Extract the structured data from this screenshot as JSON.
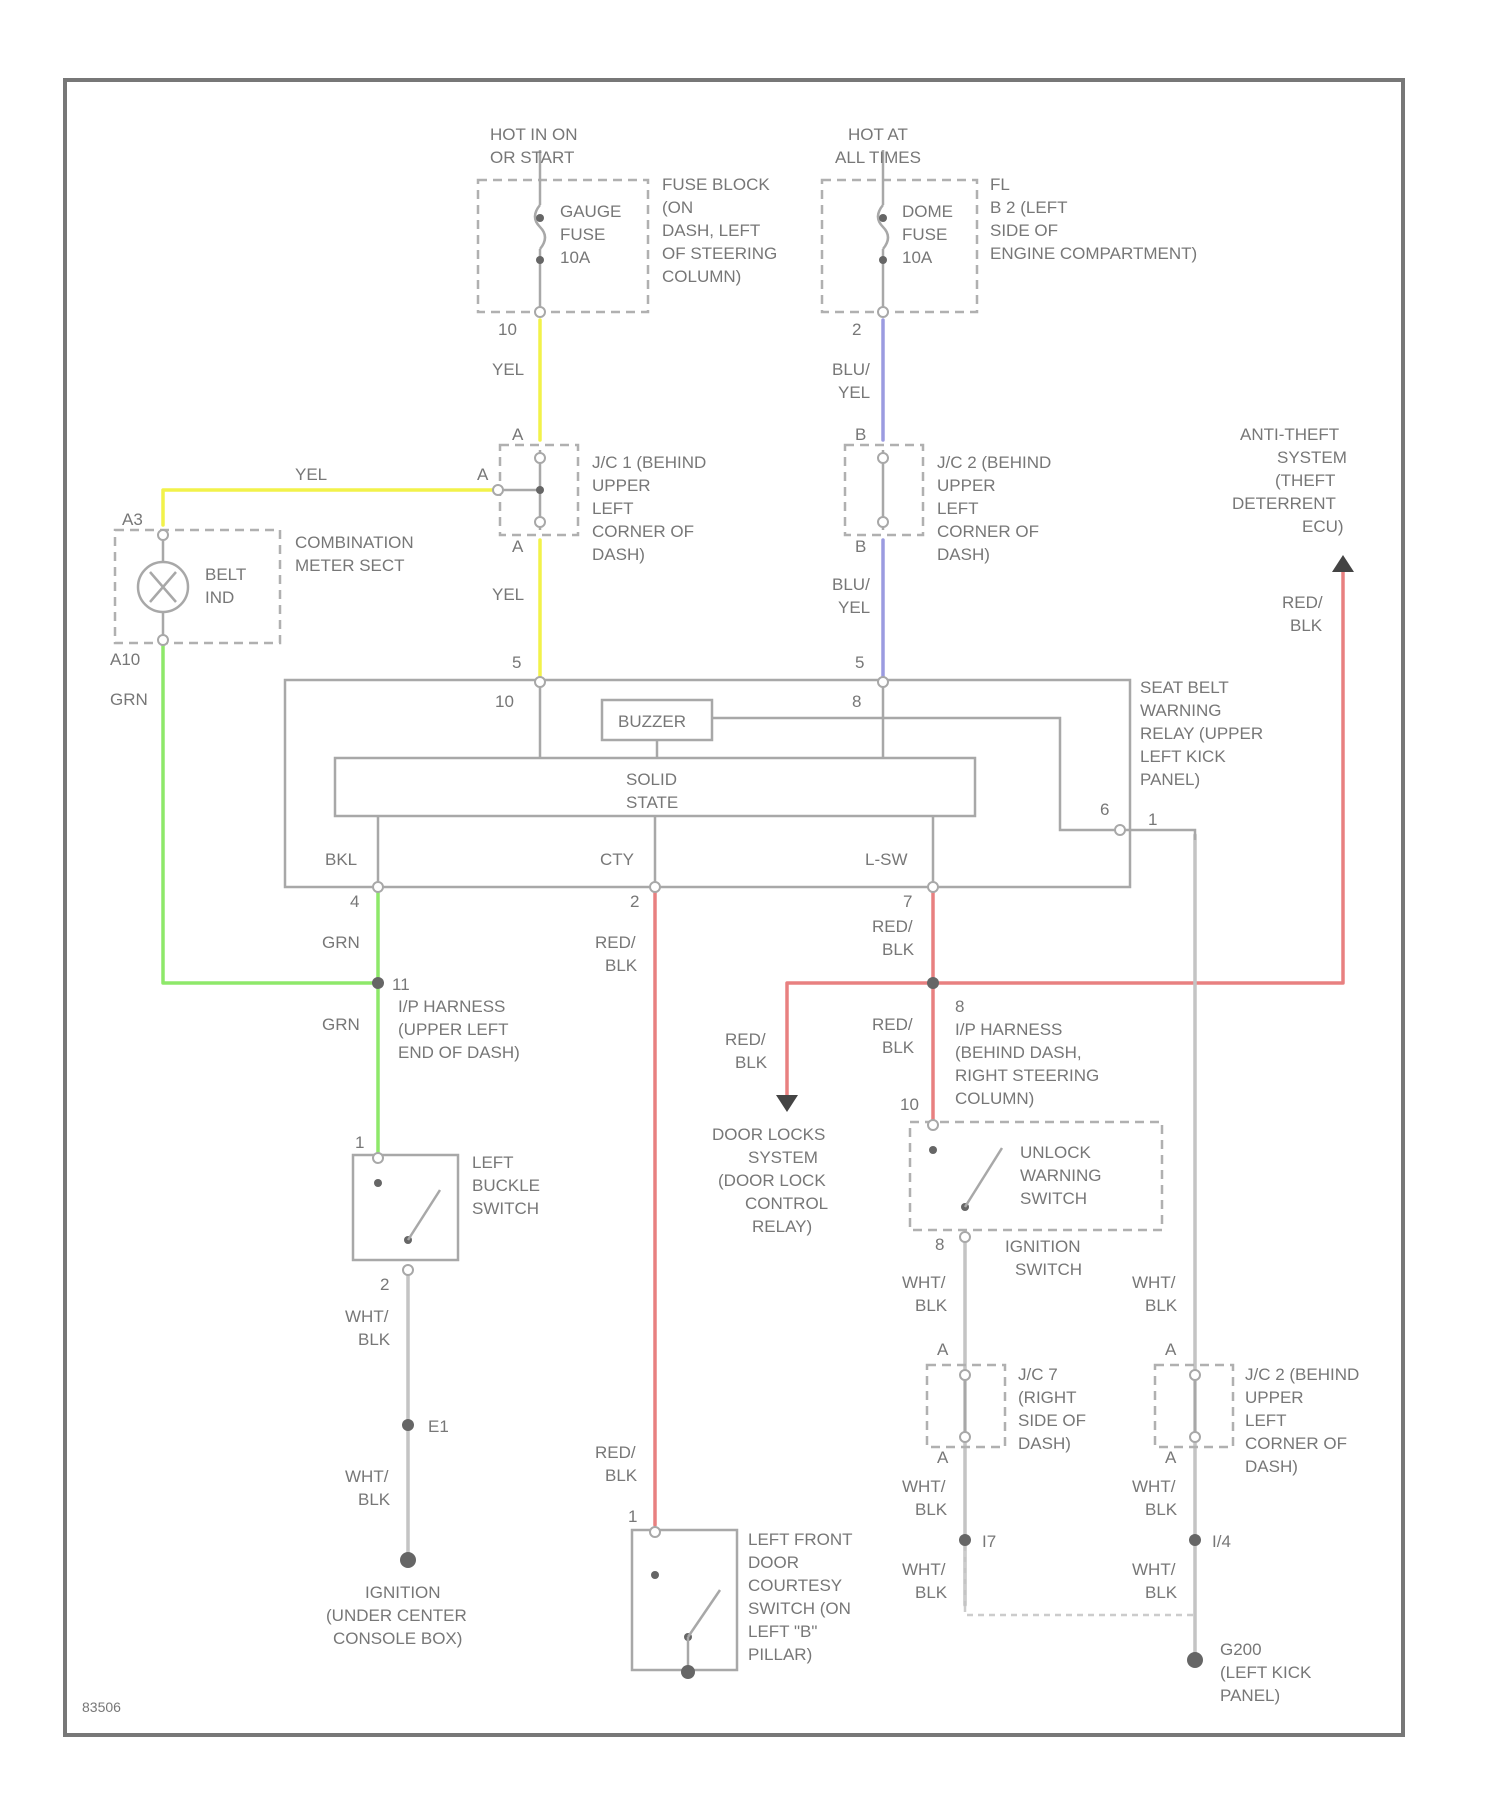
{
  "colors": {
    "background": "#ffffff",
    "frame": "#777777",
    "wire_yel": "#f2f24a",
    "wire_grn": "#8ee86a",
    "wire_blu_yel": "#9b9be0",
    "wire_red_blk": "#e88080",
    "wire_wht_blk": "#c4c4c4"
  },
  "sources": {
    "ign": [
      "HOT IN ON",
      "OR START"
    ],
    "batt": [
      "HOT AT",
      "ALL TIMES"
    ]
  },
  "fuses": {
    "gauge": [
      "GAUGE",
      "FUSE",
      "10A"
    ],
    "dome": [
      "DOME",
      "FUSE",
      "10A"
    ],
    "gauge_loc": [
      "FUSE BLOCK",
      "(ON",
      "DASH, LEFT",
      "OF STEERING",
      "COLUMN)"
    ],
    "dome_loc": [
      "FL",
      "B 2 (LEFT",
      "SIDE OF",
      "ENGINE COMPARTMENT)"
    ]
  },
  "jc": {
    "jc1": [
      "J/C 1 (BEHIND",
      "UPPER",
      "LEFT",
      "CORNER OF",
      "DASH)"
    ],
    "jc2": [
      "J/C 2 (BEHIND",
      "UPPER",
      "LEFT",
      "CORNER OF",
      "DASH)"
    ],
    "jc7": [
      "J/C 7",
      "(RIGHT",
      "SIDE OF",
      "DASH)"
    ],
    "jc2b": [
      "J/C 2 (BEHIND",
      "UPPER",
      "LEFT",
      "CORNER OF",
      "DASH)"
    ]
  },
  "components": {
    "meter": [
      "COMBINATION",
      "METER SECT"
    ],
    "belt_ind": [
      "BELT",
      "IND"
    ],
    "relay": [
      "SEAT BELT",
      "WARNING",
      "RELAY (UPPER",
      "LEFT KICK",
      "PANEL)"
    ],
    "buzzer": "BUZZER",
    "solid_state": [
      "SOLID",
      "STATE"
    ],
    "antitheft": [
      "ANTI-THEFT",
      "SYSTEM",
      "(THEFT",
      "DETERRENT",
      "ECU)"
    ],
    "door_locks": [
      "DOOR LOCKS",
      "SYSTEM",
      "(DOOR LOCK",
      "CONTROL",
      "RELAY)"
    ],
    "buckle": [
      "LEFT",
      "BUCKLE",
      "SWITCH"
    ],
    "unlock": [
      "UNLOCK",
      "WARNING",
      "SWITCH"
    ],
    "ign_switch": [
      "IGNITION",
      "SWITCH"
    ],
    "courtesy": [
      "LEFT FRONT",
      "DOOR",
      "COURTESY",
      "SWITCH (ON",
      "LEFT \"B\"",
      "PILLAR)"
    ],
    "harness_left": [
      "I/P HARNESS",
      "(UPPER LEFT",
      "END OF DASH)"
    ],
    "harness_right": [
      "I/P HARNESS",
      "(BEHIND DASH,",
      "RIGHT STEERING",
      "COLUMN)"
    ],
    "g_console": [
      "IGNITION",
      "(UNDER CENTER",
      "CONSOLE BOX)"
    ],
    "g_kick": [
      "G200",
      "(LEFT KICK",
      "PANEL)"
    ]
  },
  "relay_pins": {
    "bkl": "BKL",
    "cty": "CTY",
    "l_sw": "L-SW"
  },
  "wire_labels": {
    "yel": "YEL",
    "grn": "GRN",
    "blu": "BLU/",
    "yel2": "YEL",
    "red": "RED/",
    "blk": "BLK",
    "wht": "WHT/"
  },
  "pin_labels": {
    "fuse_gauge": "10",
    "fuse_dome": "2",
    "jc_a": "A",
    "jc_b": "B",
    "relay_5a": "5",
    "relay_5b": "5",
    "relay_10": "10",
    "relay_8": "8",
    "relay_6": "6",
    "relay_1": "1",
    "relay_4": "4",
    "relay_2": "2",
    "relay_7": "7",
    "meter_a3": "A3",
    "meter_a10": "A10",
    "harness_11": "11",
    "harness_8": "8",
    "buckle_1": "1",
    "buckle_2": "2",
    "unlock_10": "10",
    "unlock_8": "8",
    "courtesy_1": "1",
    "ground_e1": "E1",
    "ground_i7": "I7",
    "ground_i4": "I/4"
  },
  "diagram_id": "83506"
}
